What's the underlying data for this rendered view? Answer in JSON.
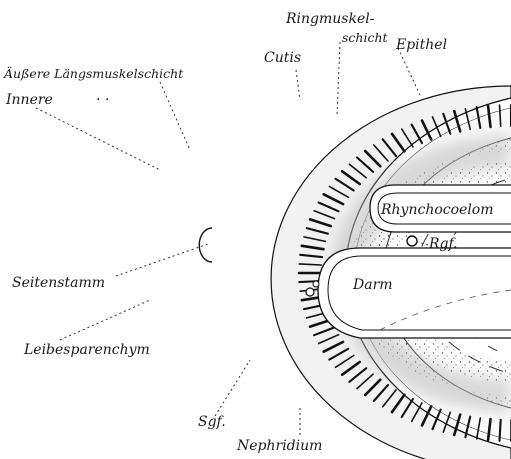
{
  "labels": {
    "ringmuskel_line1": "Ringmuskel-",
    "ringmuskel_line2": "schicht",
    "epithel": "Epithel",
    "cutis": "Cutis",
    "aussere_laengsmuskelschicht": "Äußere Längsmuskelschicht",
    "innere": "Innere",
    "rhynchocoelom": "Rhynchocoelom",
    "rgf": "Rgf.",
    "darm": "Darm",
    "seitenstamm": "Seitenstamm",
    "leibesparenchym": "Leibesparenchym",
    "sgf": "Sgf.",
    "nephridium": "Nephridium"
  },
  "colors": {
    "ink": "#1a1a1a",
    "paper": "#ffffff",
    "shade": "#b8b8b8"
  }
}
